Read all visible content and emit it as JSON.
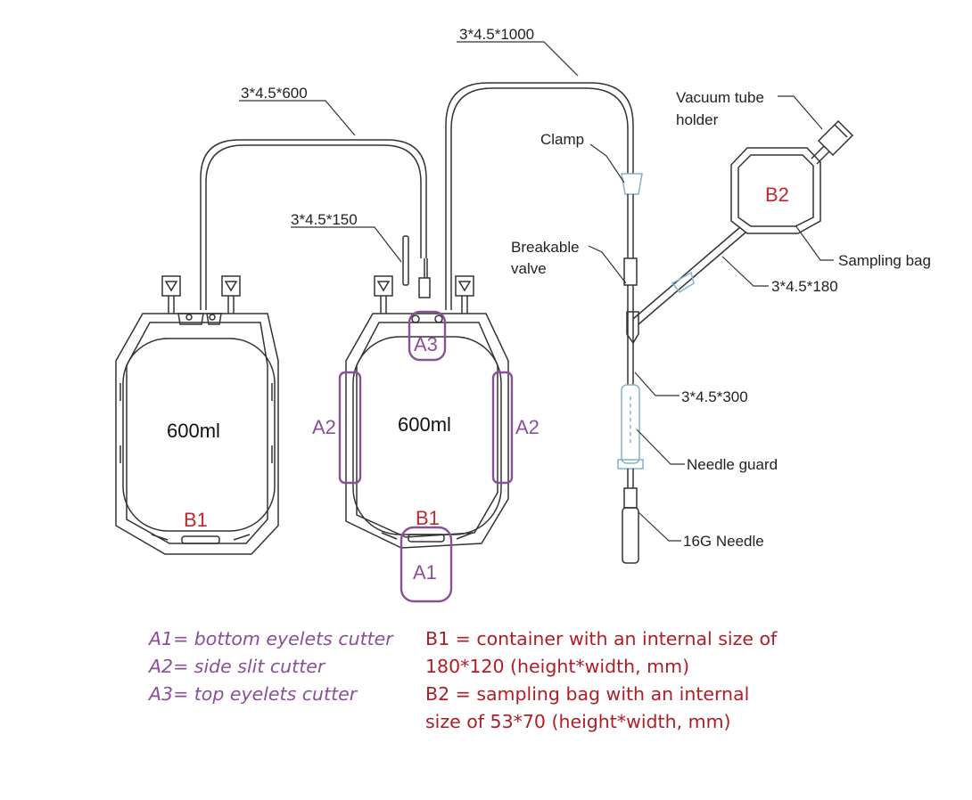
{
  "colors": {
    "line": "#333333",
    "cutter": "#8b4f9a",
    "bag_label": "#c0282d",
    "accessory": "#7fb3cc"
  },
  "tubing": {
    "tube_600": "3*4.5*600",
    "tube_1000": "3*4.5*1000",
    "tube_150": "3*4.5*150",
    "tube_180": "3*4.5*180",
    "tube_300": "3*4.5*300"
  },
  "components": {
    "vacuum_tube_holder_line1": "Vacuum tube",
    "vacuum_tube_holder_line2": "holder",
    "clamp": "Clamp",
    "breakable_valve_line1": "Breakable",
    "breakable_valve_line2": "valve",
    "sampling_bag": "Sampling bag",
    "needle_guard": "Needle guard",
    "needle": "16G Needle"
  },
  "bags": {
    "left_volume": "600ml",
    "right_volume": "600ml",
    "left_label": "B1",
    "right_label": "B1",
    "sampling_label": "B2"
  },
  "cutters": {
    "a1": "A1",
    "a2_left": "A2",
    "a2_right": "A2",
    "a3": "A3"
  },
  "legend": {
    "a1": "A1= bottom eyelets cutter",
    "a2": "A2= side slit cutter",
    "a3": "A3= top eyelets cutter",
    "b1_line1": "B1 = container with an internal size of",
    "b1_line2": "180*120 (height*width, mm)",
    "b2_line1": "B2 = sampling bag with an internal",
    "b2_line2": "size of 53*70 (height*width, mm)"
  }
}
